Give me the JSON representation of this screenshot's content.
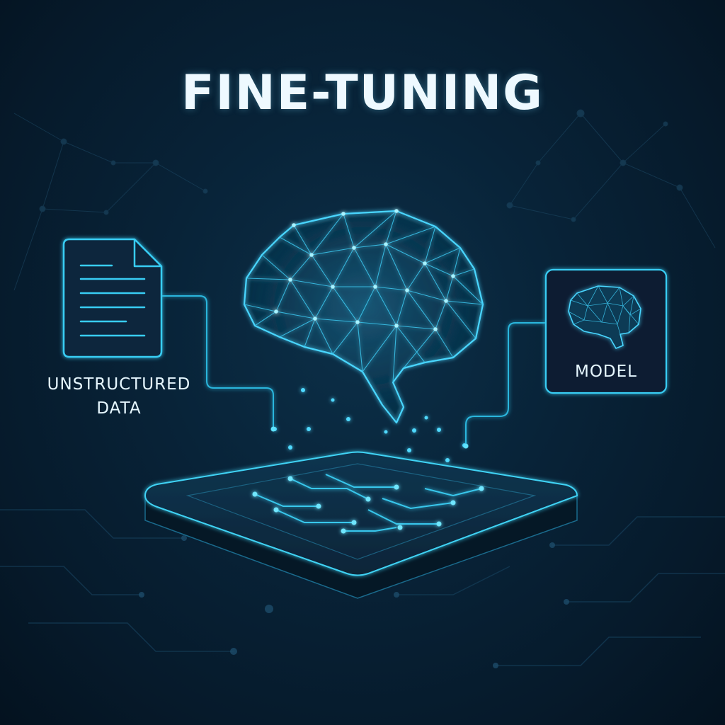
{
  "title": "FINE-TUNING",
  "input": {
    "label_line1": "UNSTRUCTURED",
    "label_line2": "DATA",
    "icon": "document-icon"
  },
  "output": {
    "label": "MODEL",
    "icon": "brain-icon"
  },
  "center": {
    "icon": "brain-mesh-icon",
    "platform": "circuit-platform"
  },
  "colors": {
    "background": "#061a2b",
    "accent": "#2ec8f0",
    "glow": "#5fe3ff",
    "text": "#eef9ff"
  }
}
